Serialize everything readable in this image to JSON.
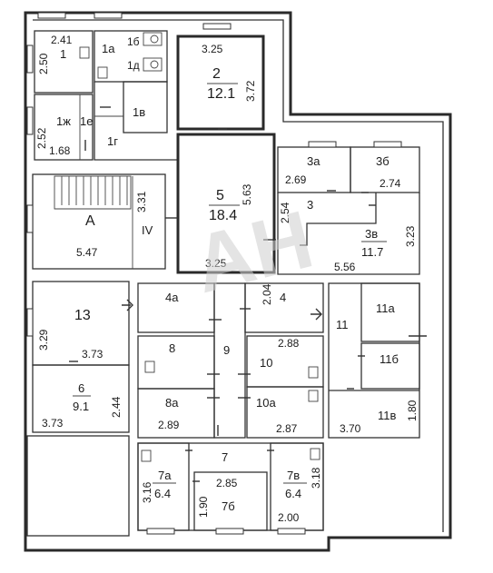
{
  "rooms": {
    "r1": {
      "num": "1",
      "dims": [
        "2.41",
        "2.50"
      ]
    },
    "r1a": {
      "num": "1а"
    },
    "r1b": {
      "num": "1б"
    },
    "r1d": {
      "num": "1д"
    },
    "r2": {
      "num": "2",
      "area": "12.1",
      "dims": [
        "3.25",
        "3.72"
      ]
    },
    "r1zh": {
      "num": "1ж",
      "dims": [
        "2.52",
        "1.68"
      ]
    },
    "r1e": {
      "num": "1е"
    },
    "r1v": {
      "num": "1в"
    },
    "r1g": {
      "num": "1г"
    },
    "r3a": {
      "num": "3а",
      "dims": [
        "2.69"
      ]
    },
    "r3b": {
      "num": "3б",
      "dims": [
        "2.74"
      ]
    },
    "r3": {
      "num": "3",
      "dims": [
        "2.54"
      ]
    },
    "r3v": {
      "num": "3в",
      "area": "11.7",
      "dims": [
        "3.23",
        "5.56"
      ]
    },
    "r5": {
      "num": "5",
      "area": "18.4",
      "dims": [
        "5.63",
        "3.25"
      ]
    },
    "rA": {
      "num": "А",
      "dims": [
        "3.31",
        "5.47"
      ]
    },
    "rIV": {
      "num": "IV"
    },
    "r13": {
      "num": "13",
      "dims": [
        "3.29",
        "3.73"
      ]
    },
    "r6": {
      "num": "6",
      "area": "9.1",
      "dims": [
        "3.73",
        "2.44"
      ]
    },
    "r4a": {
      "num": "4а"
    },
    "r4": {
      "num": "4",
      "dims": [
        "2.04",
        "2.88"
      ]
    },
    "r8": {
      "num": "8"
    },
    "r9": {
      "num": "9"
    },
    "r10": {
      "num": "10"
    },
    "r8a": {
      "num": "8а",
      "dims": [
        "2.89"
      ]
    },
    "r10a": {
      "num": "10а",
      "dims": [
        "2.87"
      ]
    },
    "r11": {
      "num": "11"
    },
    "r11a": {
      "num": "11а"
    },
    "r11b": {
      "num": "11б"
    },
    "r11v": {
      "num": "11в",
      "dims": [
        "3.70",
        "1.80"
      ]
    },
    "r7": {
      "num": "7",
      "dims": [
        "2.85"
      ]
    },
    "r7a": {
      "num": "7а",
      "area": "6.4",
      "dims": [
        "3.16"
      ]
    },
    "r7b": {
      "num": "7б",
      "dims": [
        "1.90"
      ]
    },
    "r7v": {
      "num": "7в",
      "area": "6.4",
      "dims": [
        "3.18",
        "2.00"
      ]
    }
  },
  "watermark": "AH"
}
